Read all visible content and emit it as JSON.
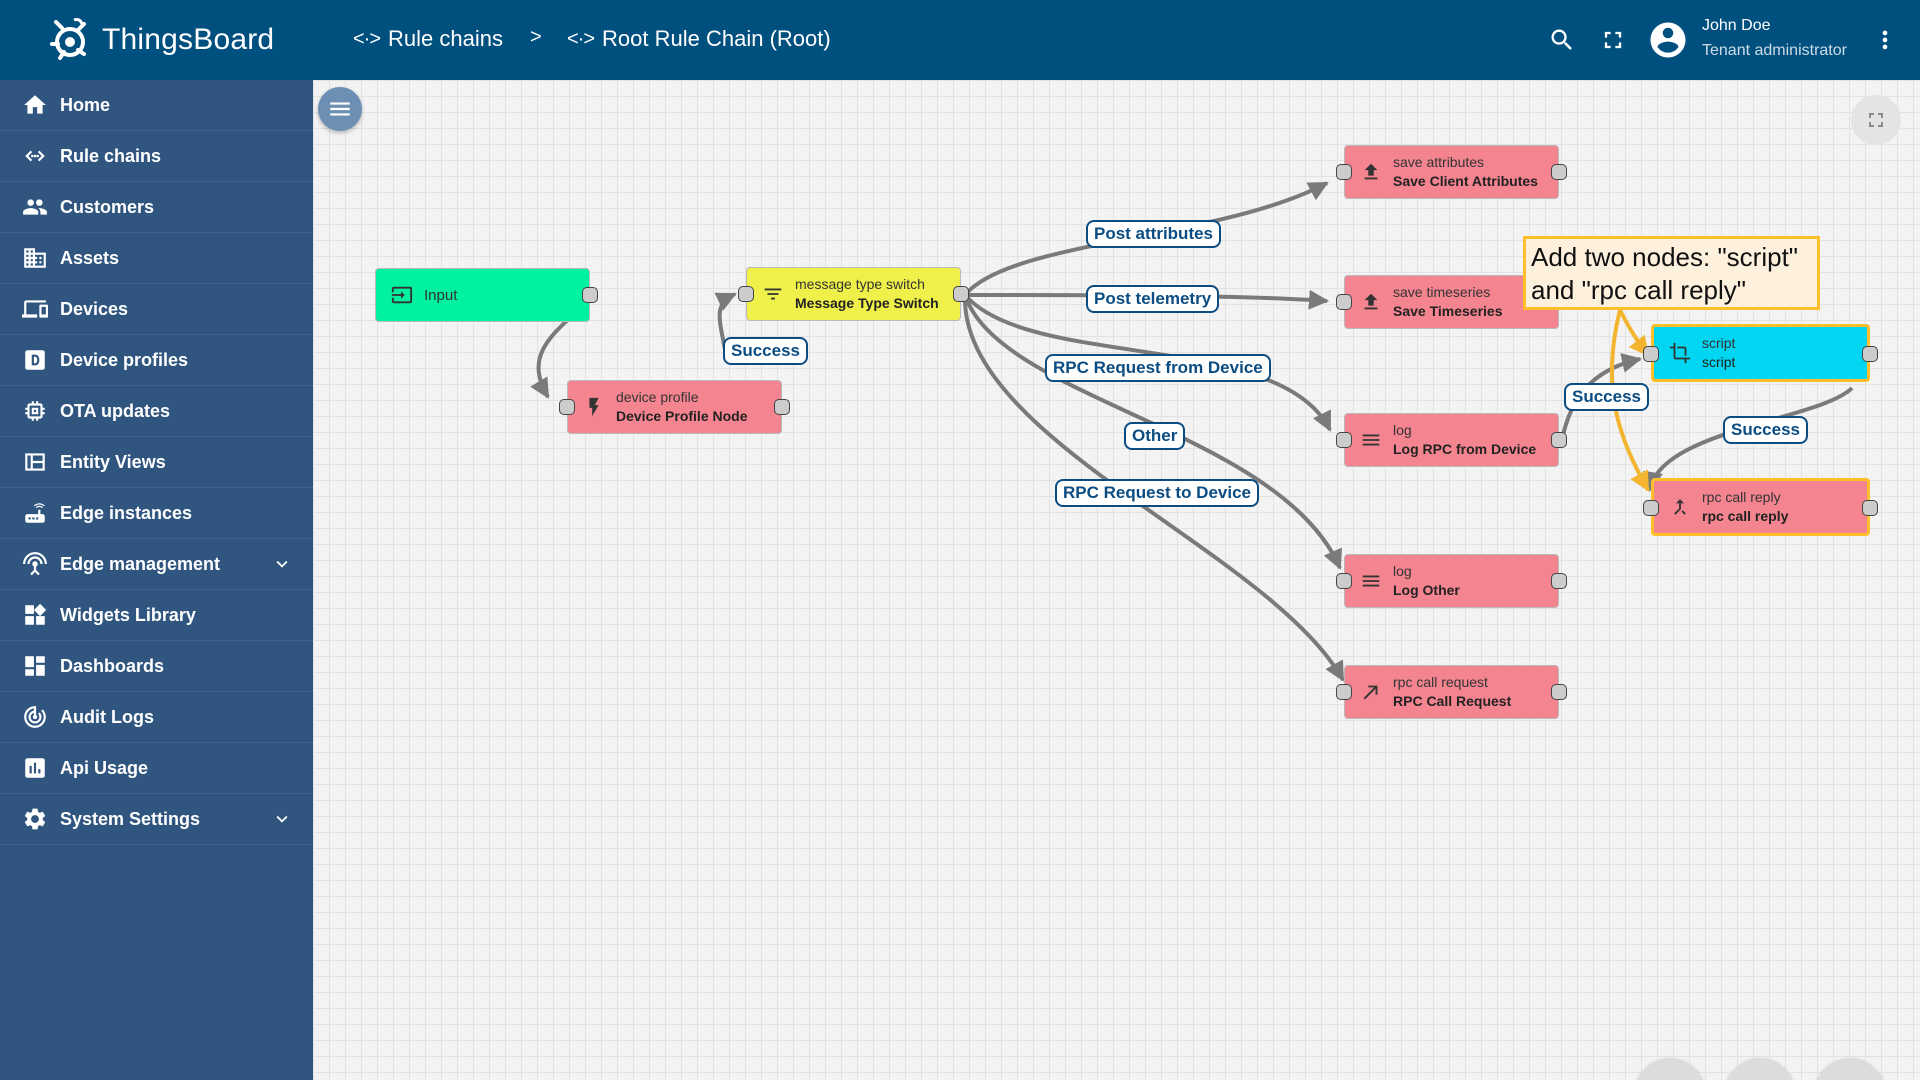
{
  "app": {
    "name": "ThingsBoard"
  },
  "header": {
    "crumb1": "Rule chains",
    "crumb_sep": ">",
    "crumb2": "Root Rule Chain (Root)",
    "user_name": "John Doe",
    "user_role": "Tenant administrator"
  },
  "sidebar": {
    "items": [
      {
        "label": "Home",
        "icon": "home-icon"
      },
      {
        "label": "Rule chains",
        "icon": "code-arrows-icon"
      },
      {
        "label": "Customers",
        "icon": "people-icon"
      },
      {
        "label": "Assets",
        "icon": "domain-icon"
      },
      {
        "label": "Devices",
        "icon": "devices-icon"
      },
      {
        "label": "Device profiles",
        "icon": "badge-icon"
      },
      {
        "label": "OTA updates",
        "icon": "memory-chip-icon"
      },
      {
        "label": "Entity Views",
        "icon": "view-quilt-icon"
      },
      {
        "label": "Edge instances",
        "icon": "router-icon"
      },
      {
        "label": "Edge management",
        "icon": "settings-input-antenna-icon",
        "expandable": true
      },
      {
        "label": "Widgets Library",
        "icon": "widgets-icon"
      },
      {
        "label": "Dashboards",
        "icon": "dashboard-icon"
      },
      {
        "label": "Audit Logs",
        "icon": "track-changes-icon"
      },
      {
        "label": "Api Usage",
        "icon": "insert-chart-icon"
      },
      {
        "label": "System Settings",
        "icon": "gear-icon",
        "expandable": true
      }
    ]
  },
  "nodes": {
    "input": {
      "type": "Input",
      "color": "#00f1a1"
    },
    "device_profile": {
      "type": "device profile",
      "name": "Device Profile Node",
      "color": "#f4848f"
    },
    "mts": {
      "type": "message type switch",
      "name": "Message Type Switch",
      "color": "#f0f04a"
    },
    "save_attr": {
      "type": "save attributes",
      "name": "Save Client Attributes",
      "color": "#f4848f"
    },
    "save_ts": {
      "type": "save timeseries",
      "name": "Save Timeseries",
      "color": "#f4848f"
    },
    "log_rpc": {
      "type": "log",
      "name": "Log RPC from Device",
      "color": "#f4848f"
    },
    "log_other": {
      "type": "log",
      "name": "Log Other",
      "color": "#f4848f"
    },
    "rpc_request": {
      "type": "rpc call request",
      "name": "RPC Call Request",
      "color": "#f4848f"
    },
    "script": {
      "type": "script",
      "name": "script",
      "color": "#00d6f1"
    },
    "rpc_reply": {
      "type": "rpc call reply",
      "name": "rpc call reply",
      "color": "#f4848f"
    }
  },
  "edge_labels": {
    "success1": "Success",
    "post_attributes": "Post attributes",
    "post_telemetry": "Post telemetry",
    "rpc_from_device": "RPC Request from Device",
    "other": "Other",
    "rpc_to_device": "RPC Request to Device",
    "success2": "Success",
    "success3": "Success"
  },
  "callout": {
    "line1": "Add two nodes: \"script\"",
    "line2": "and \"rpc call reply\""
  },
  "colors": {
    "sidebar": "#305680",
    "header": "#00507f",
    "edge": "#7a7a7a",
    "label_border": "#0b4d82",
    "highlight": "#ffbf2a",
    "arrow": "#f3b52f"
  }
}
